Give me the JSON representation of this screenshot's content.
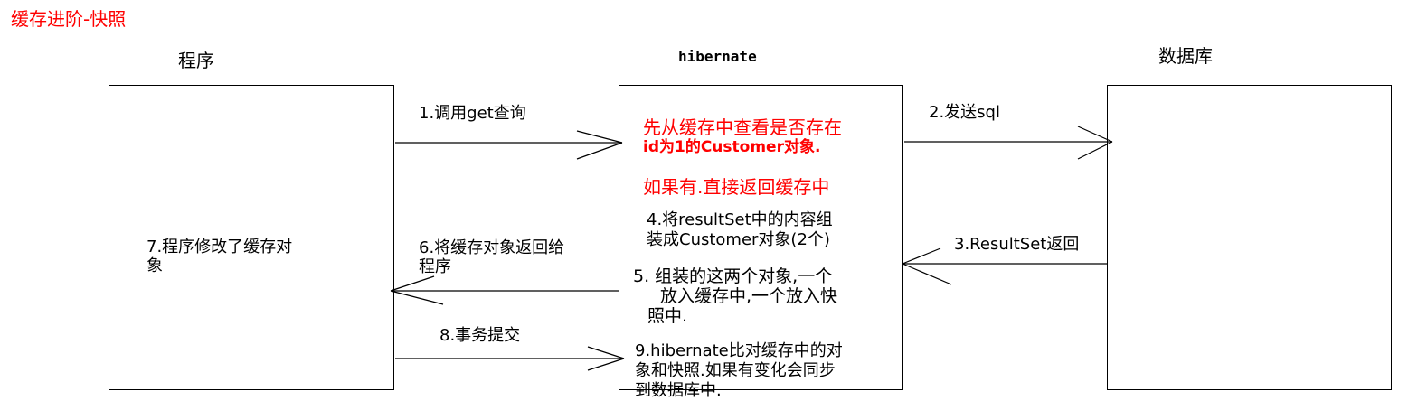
{
  "title": "缓存进阶-快照",
  "nodes": {
    "program": {
      "label": "程序",
      "note": [
        "7.程序修改了缓存对",
        "象"
      ]
    },
    "hibernate": {
      "label": "hibernate"
    },
    "database": {
      "label": "数据库"
    }
  },
  "hibernate_notes": {
    "check_cache": [
      "先从缓存中查看是否存在",
      "id为1的Customer对象."
    ],
    "if_found": "如果有.直接返回缓存中",
    "step4": [
      "4.将resultSet中的内容组",
      "装成Customer对象(2个)"
    ],
    "step5": [
      "5. 组装的这两个对象,一个",
      "放入缓存中,一个放入快",
      "照中."
    ],
    "step9": [
      "9.hibernate比对缓存中的对",
      "象和快照.如果有变化会同步",
      "到数据库中."
    ]
  },
  "arrows": {
    "step1": "1.调用get查询",
    "step2": "2.发送sql",
    "step3": "3.ResultSet返回",
    "step6": [
      "6.将缓存对象返回给",
      "程序"
    ],
    "step8": "8.事务提交"
  },
  "colors": {
    "highlight": "#ff0000",
    "line": "#000000"
  }
}
